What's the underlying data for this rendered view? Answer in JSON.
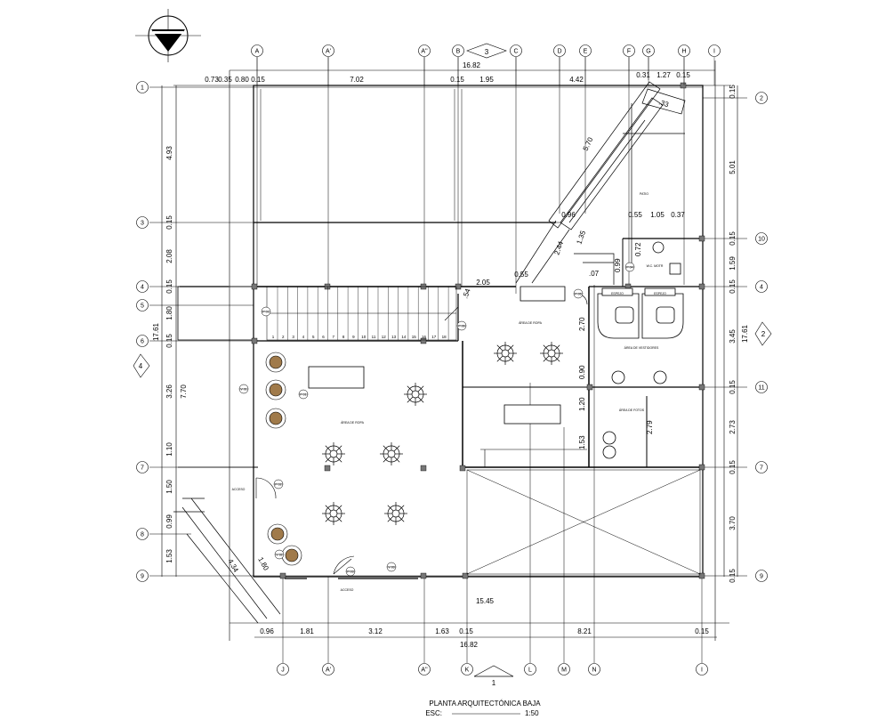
{
  "title": "PLANTA ARQUITECTÓNICA BAJA",
  "scale_label": "ESC:",
  "scale_value": "1:50",
  "axes_top": [
    "A",
    "A'",
    "A\"",
    "B",
    "C",
    "D",
    "E",
    "F",
    "G",
    "H",
    "I"
  ],
  "axes_bottom": [
    "J",
    "A'",
    "A\"",
    "K",
    "L",
    "M",
    "N",
    "I"
  ],
  "axes_left": [
    "1",
    "3",
    "4",
    "5",
    "6",
    "7",
    "8",
    "9"
  ],
  "axes_right": [
    "2",
    "10",
    "4",
    "11",
    "7",
    "9"
  ],
  "section_marks": {
    "top": "3",
    "bottom": "1",
    "left": "4",
    "right": "2"
  },
  "dims_top": {
    "total": "16.82",
    "d1": "0.73",
    "d2": "0.35",
    "d3": "0.80",
    "d4": "0.15",
    "d5": "7.02",
    "d6": "0.15",
    "d7": "1.95",
    "d8": "4.42",
    "d9": "0.31",
    "d10": "1.27",
    "d11": "0.15"
  },
  "dims_bottom": {
    "total": "16.82",
    "sub": "15.45",
    "d1": "0.96",
    "d2": "1.81",
    "d3": "3.12",
    "d4": "1.63",
    "d5": "0.15",
    "d6": "8.21",
    "d7": "0.15"
  },
  "dims_left": {
    "total": "17.61",
    "d1": "4.93",
    "d2": "0.15",
    "d3": "2.08",
    "d4": "0.15",
    "d5": "1.80",
    "d6": "0.15",
    "d7": "3.26",
    "d8": "7.70",
    "d9": "1.10",
    "d10": "1.50",
    "d11": "0.99",
    "d12": "1.53"
  },
  "dims_right": {
    "total": "17.61",
    "d1": "0.15",
    "d2": "5.01",
    "d3": "0.15",
    "d4": "1.59",
    "d5": "0.15",
    "d6": "3.45",
    "d7": "0.15",
    "d8": "2.73",
    "d9": "0.15",
    "d10": "3.70",
    "d11": "0.15"
  },
  "dims_inner": {
    "stair_len": "5.70",
    "d33": ".33",
    "d096": "0.96",
    "d244": "2.44",
    "d135": "1.35",
    "d07": ".07",
    "d205": "2.05",
    "d055a": "0.55",
    "d054": ".54",
    "d055b": "0.55",
    "d105": "1.05",
    "d037": "0.37",
    "d072": "0.72",
    "d099": "0.99",
    "d270": "2.70",
    "d090": "0.90",
    "d120": "1.20",
    "d153": "1.53",
    "d279": "2.79",
    "diag434": "4.34",
    "diag180": "1.80"
  },
  "room_labels": {
    "patio": "PATIO",
    "wc": "W.C. MOTR",
    "espejo1": "ESPEJO",
    "espejo2": "ESPEJO",
    "vestidores": "ÁREA DE VESTIDORES",
    "area_ropa1": "ÁREA DE ROPA",
    "area_ropa2": "ÁREA DE ROPA",
    "fotos": "ÁREA DE FOTOS",
    "acceso1": "ACCESO",
    "acceso2": "ACCESO"
  },
  "stair_numbers": [
    "1",
    "2",
    "3",
    "4",
    "5",
    "6",
    "7",
    "8",
    "9",
    "10",
    "11",
    "12",
    "13",
    "14",
    "15",
    "16",
    "17",
    "18"
  ],
  "door_tags": [
    "P 01",
    "P 01",
    "P 02",
    "P 03",
    "P 04",
    "P 05",
    "P 06",
    "V 01",
    "V 02",
    "V 03"
  ]
}
